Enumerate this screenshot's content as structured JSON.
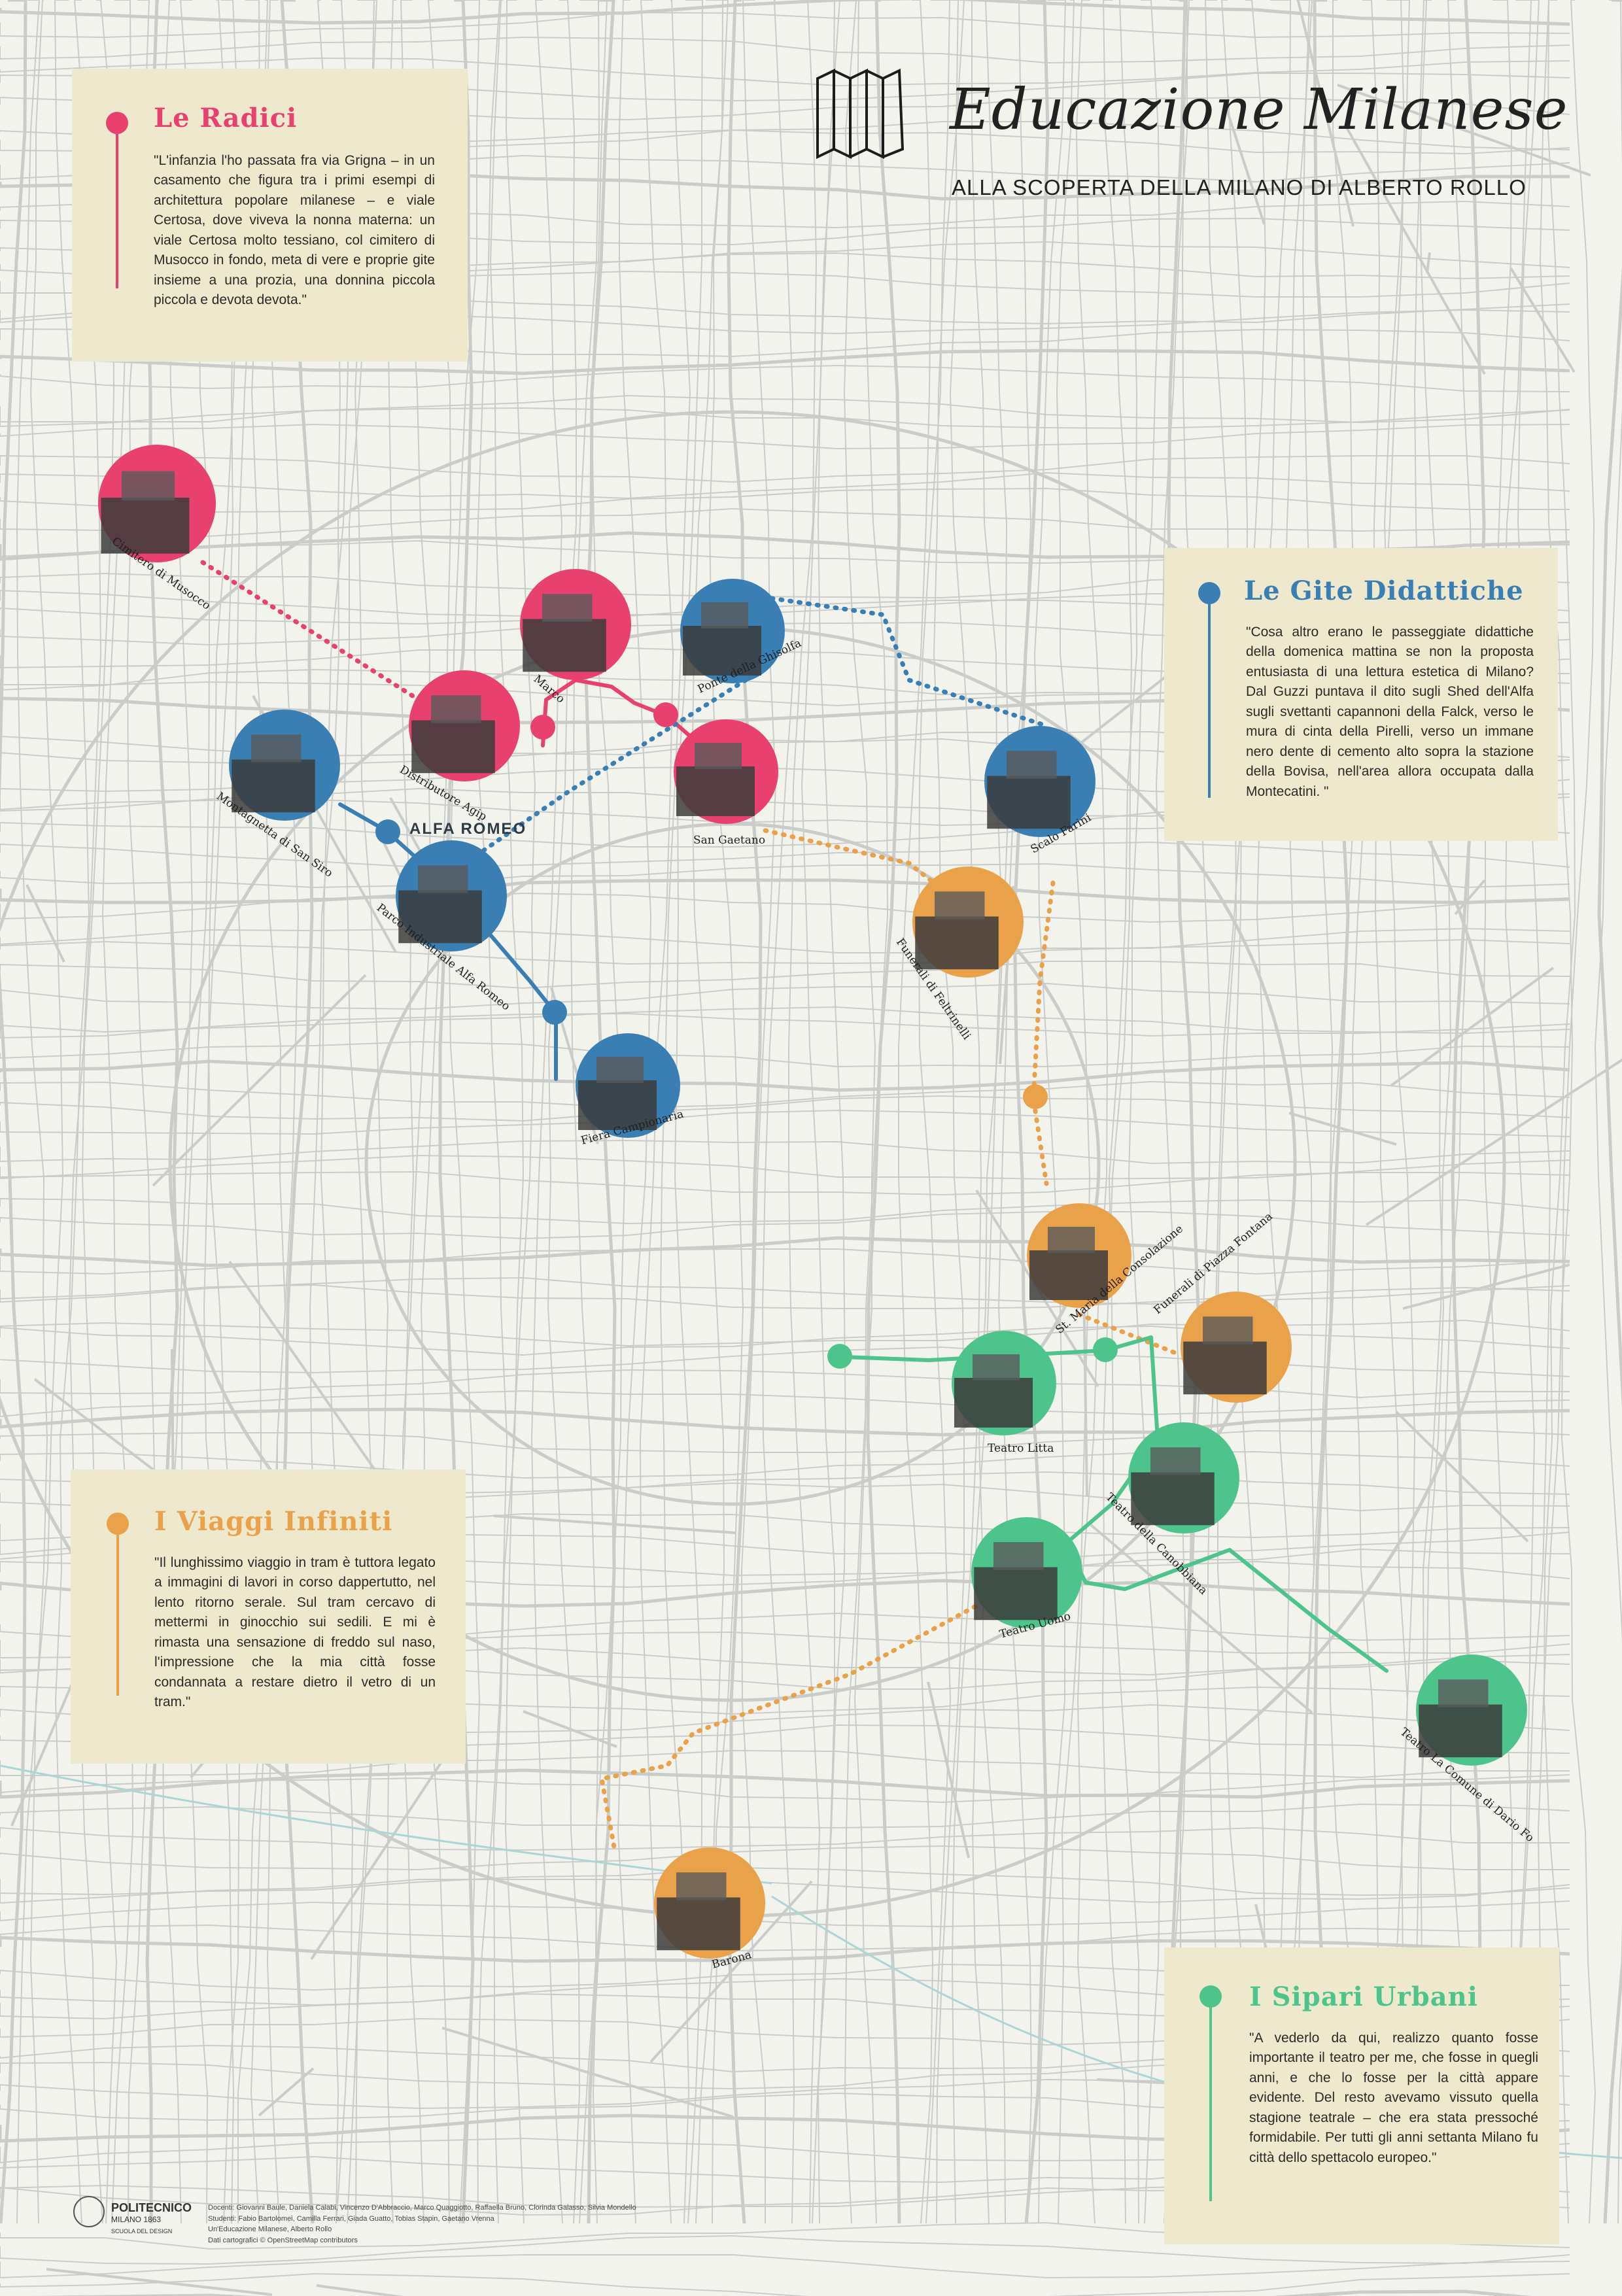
{
  "header": {
    "title": "Educazione Milanese",
    "subtitle": "ALLA SCOPERTA DELLA MILANO DI ALBERTO ROLLO"
  },
  "colors": {
    "radici": "#e8406f",
    "gite": "#3a7fb4",
    "viaggi": "#eaa24a",
    "sipari": "#4ec48d",
    "panel": "#eee8cd",
    "background": "#f3f3ee",
    "streets": "#c9ccc9"
  },
  "panels": {
    "radici": {
      "title": "Le Radici",
      "quote": "\"L'infanzia l'ho passata fra via Grigna – in un casamento che figura tra i primi esempi di architettura popolare milanese – e viale Certosa, dove viveva la nonna materna: un viale Certosa molto tessiano, col cimitero di Musocco in fondo, meta di vere e proprie gite insieme a una prozia, una donnina piccola piccola e devota devota.\""
    },
    "gite": {
      "title": "Le Gite Didattiche",
      "quote": "\"Cosa altro erano le passeggiate didattiche della domenica mattina se non la proposta entusiasta di una lettura estetica di Milano? Dal Guzzi puntava il dito sugli Shed dell'Alfa sugli svettanti capannoni della Falck, verso le mura di cinta della Pirelli, verso un immane nero dente di cemento alto sopra la stazione della Bovisa, nell'area allora occupata dalla Montecatini. \""
    },
    "viaggi": {
      "title": "I Viaggi Infiniti",
      "quote": "\"Il lunghissimo viaggio in tram è tuttora legato a immagini di lavori in corso dappertutto, nel lento ritorno serale. Sul tram cercavo di mettermi in ginocchio sui sedili. E mi è rimasta una sensazione di freddo sul naso, l'impressione che la mia città fosse condannata a restare dietro il vetro di un tram.\""
    },
    "sipari": {
      "title": "I Sipari Urbani",
      "quote": "\"A vederlo da qui, realizzo quanto fosse importante il teatro per me, che fosse in quegli anni, e che lo fosse per la città appare evidente. Del resto avevamo vissuto quella stagione teatrale – che era stata pressoché formidabile. Per tutti gli anni settanta Milano fu città dello spettacolo europeo.\""
    }
  },
  "places": [
    {
      "name": "Cimitero di Musocco",
      "theme": "radici"
    },
    {
      "name": "Marco",
      "theme": "radici"
    },
    {
      "name": "Distributore Agip",
      "theme": "radici"
    },
    {
      "name": "San Gaetano",
      "theme": "radici"
    },
    {
      "name": "Ponte della Ghisolfa",
      "theme": "gite"
    },
    {
      "name": "Scalo Farini",
      "theme": "gite"
    },
    {
      "name": "Montagnetta di San Siro",
      "theme": "gite"
    },
    {
      "name": "Parco Industriale Alfa Romeo",
      "theme": "gite"
    },
    {
      "name": "Fiera Campionaria",
      "theme": "gite"
    },
    {
      "name": "Funerali di Feltrinelli",
      "theme": "viaggi"
    },
    {
      "name": "St. Maria della Consolazione",
      "theme": "viaggi"
    },
    {
      "name": "Funerali di Piazza Fontana",
      "theme": "viaggi"
    },
    {
      "name": "Barona",
      "theme": "viaggi"
    },
    {
      "name": "Teatro Litta",
      "theme": "sipari"
    },
    {
      "name": "Teatro della Canobbiana",
      "theme": "sipari"
    },
    {
      "name": "Teatro Uomo",
      "theme": "sipari"
    },
    {
      "name": "Teatro La Comune di Dario Fo",
      "theme": "sipari"
    }
  ],
  "photo_signage": "ALFA ROMEO",
  "footer": {
    "brand": "POLITECNICO",
    "brand_sub": "MILANO 1863",
    "school": "SCUOLA DEL DESIGN",
    "credits": [
      "Docenti: Giovanni Baule, Daniela Calabi, Vincenzo D'Abbraccio, Marco Quaggiotto, Raffaella Bruno, Clorinda Galasso, Silvia Mondello",
      "Studenti: Fabio Bartolomei, Camilla Ferrari, Giada Guatto, Tobias Stapin, Gaetano Vrenna",
      "Un'Educazione Milanese, Alberto Rollo",
      "Dati cartografici © OpenStreetMap contributors"
    ]
  }
}
